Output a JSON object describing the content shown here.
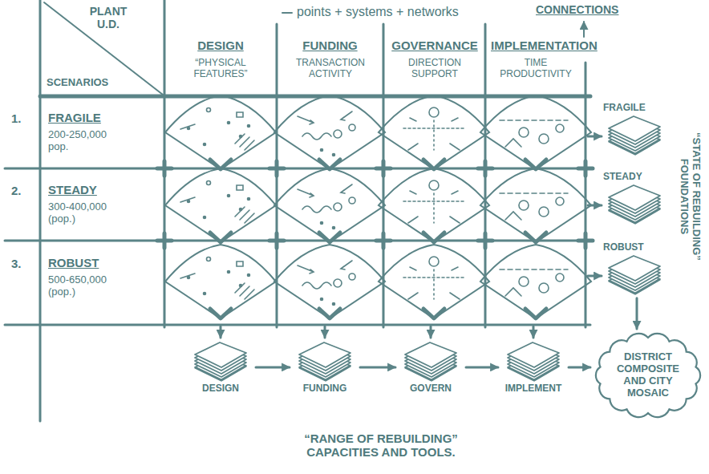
{
  "diagram": {
    "caption": "“RANGE OF REBUILDING” CAPACITIES AND TOOLS.",
    "nodes": [
      {
        "text": [
          "FRAGILE"
        ]
      },
      {
        "text": [
          "STEADY"
        ]
      },
      {
        "text": [
          "ROBUST"
        ]
      },
      {
        "text": [
          "DESIGN"
        ]
      },
      {
        "text": [
          "FUNDING"
        ]
      },
      {
        "text": [
          "GOVERN"
        ]
      },
      {
        "text": [
          "IMPLEMENT"
        ]
      },
      {
        "text": [
          "DISTRICT COMPOSITE AND CITY MOSAIC"
        ]
      }
    ],
    "edges": [
      {
        "from": 3,
        "to": 4,
        "arrow": "to"
      },
      {
        "from": 4,
        "to": 5,
        "arrow": "to"
      },
      {
        "from": 5,
        "to": 6,
        "arrow": "to"
      },
      {
        "from": 6,
        "to": 7,
        "arrow": "to"
      },
      {
        "from": 2,
        "to": 7,
        "arrow": "to"
      }
    ],
    "labels": [
      "PLANT U.D.",
      "SCENARIOS",
      "points + systems + networks",
      "CONNECTIONS",
      "DESIGN",
      "“PHYSICAL FEATURES”",
      "FUNDING",
      "TRANSACTION ACTIVITY",
      "GOVERNANCE",
      "DIRECTION SUPPORT",
      "IMPLEMENTATION",
      "TIME PRODUCTIVITY",
      "1.",
      "FRAGILE",
      "200-250,000 pop.",
      "2.",
      "STEADY",
      "300-400,000 (pop.)",
      "3.",
      "ROBUST",
      "500-650,000 (pop.)",
      "“STATE OF REBUILDING” FOUNDATIONS"
    ]
  }
}
